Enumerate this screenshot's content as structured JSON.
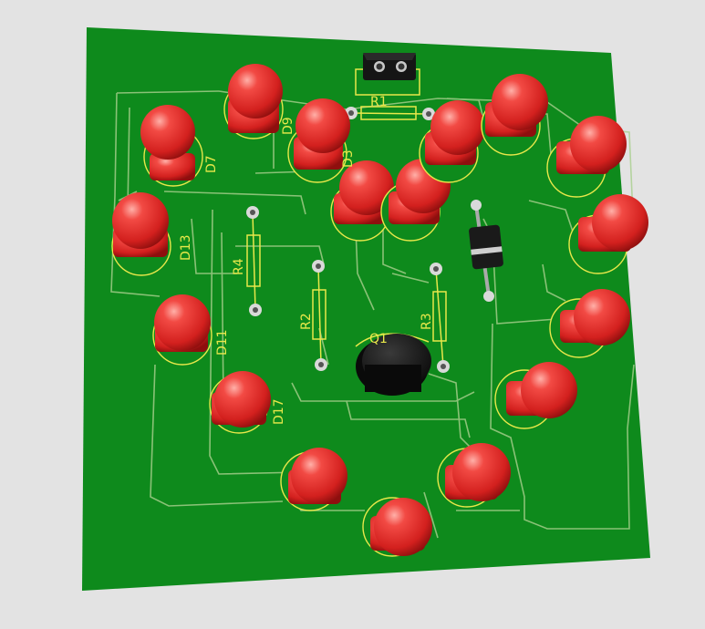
{
  "scene": {
    "background_color": "#e3e3e3",
    "board_color": "#0e8a1c",
    "trace_color": "#a9d08e",
    "silk_color": "#e8e84a",
    "led_color": "#e8322f",
    "transistor_color": "#141414"
  },
  "labels": {
    "r1": "R1",
    "r2": "R2",
    "r3": "R3",
    "r4": "R4",
    "q1": "Q1",
    "d3": "D3",
    "d7": "D7",
    "d9": "D9",
    "d11": "D11",
    "d13": "D13",
    "d17": "D17"
  }
}
